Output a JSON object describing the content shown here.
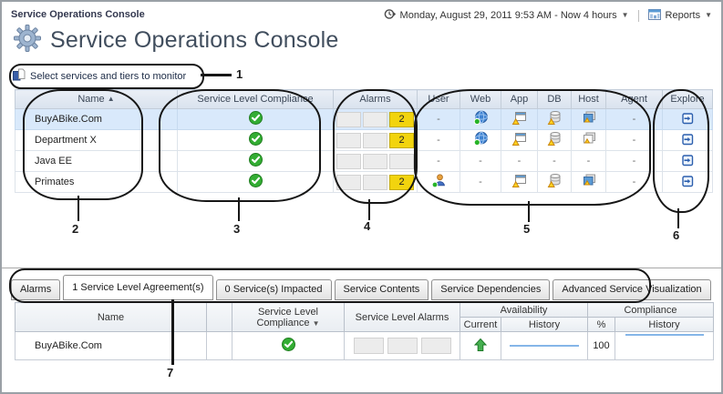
{
  "icons": {
    "sort_asc": "▲",
    "caret_down": "▼",
    "dash": "-"
  },
  "header": {
    "breadcrumb": "Service Operations Console",
    "title": "Service Operations Console",
    "time_range": "Monday, August 29, 2011 9:53 AM - Now 4 hours",
    "reports": "Reports",
    "select_link": "Select services and tiers to monitor"
  },
  "services_table": {
    "columns": {
      "name": "Name",
      "slc": "Service Level Compliance",
      "alarms": "Alarms",
      "user": "User",
      "web": "Web",
      "app": "App",
      "db": "DB",
      "host": "Host",
      "agent": "Agent",
      "explore": "Explore"
    },
    "rows": [
      {
        "name": "BuyABike.Com",
        "alarm3": "2",
        "user": "-",
        "agent": "-"
      },
      {
        "name": "Department X",
        "alarm3": "2",
        "user": "-",
        "agent": "-"
      },
      {
        "name": "Java EE",
        "alarm3": "",
        "user": "-",
        "web": "-",
        "app": "-",
        "db": "-",
        "host": "-",
        "agent": "-"
      },
      {
        "name": "Primates",
        "alarm3": "2",
        "web": "-",
        "agent": "-"
      }
    ]
  },
  "callouts": {
    "c1": "1",
    "c2": "2",
    "c3": "3",
    "c4": "4",
    "c5": "5",
    "c6": "6",
    "c7": "7"
  },
  "tabs": [
    {
      "label": "Alarms"
    },
    {
      "label": "1 Service Level Agreement(s)",
      "selected": true
    },
    {
      "label": "0 Service(s) Impacted"
    },
    {
      "label": "Service Contents"
    },
    {
      "label": "Service Dependencies"
    },
    {
      "label": "Advanced Service Visualization"
    }
  ],
  "sla_table": {
    "columns": {
      "name": "Name",
      "slc": "Service Level Compliance",
      "sla": "Service Level Alarms",
      "availability": "Availability",
      "current": "Current",
      "history": "History",
      "pct": "%",
      "compliance": "Compliance",
      "history2": "History"
    },
    "row": {
      "name": "BuyABike.Com",
      "pct": "100"
    }
  }
}
